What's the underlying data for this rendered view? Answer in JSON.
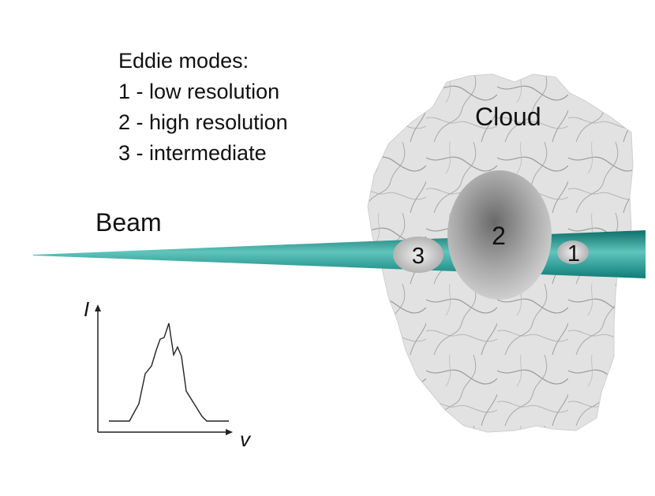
{
  "legend": {
    "title": "Eddie modes:",
    "items": [
      "1 - low resolution",
      "2 - high resolution",
      "3 - intermediate"
    ]
  },
  "labels": {
    "cloud": "Cloud",
    "beam": "Beam"
  },
  "modes": [
    {
      "number": "1",
      "kind": "low resolution"
    },
    {
      "number": "2",
      "kind": "high resolution"
    },
    {
      "number": "3",
      "kind": "intermediate"
    }
  ],
  "inset_plot": {
    "y_axis_label": "I",
    "x_axis_label": "v"
  },
  "colors": {
    "beam": "#1e9a92",
    "cloud": "#dcdcdc",
    "mode_fill": "#b8b8b8"
  }
}
